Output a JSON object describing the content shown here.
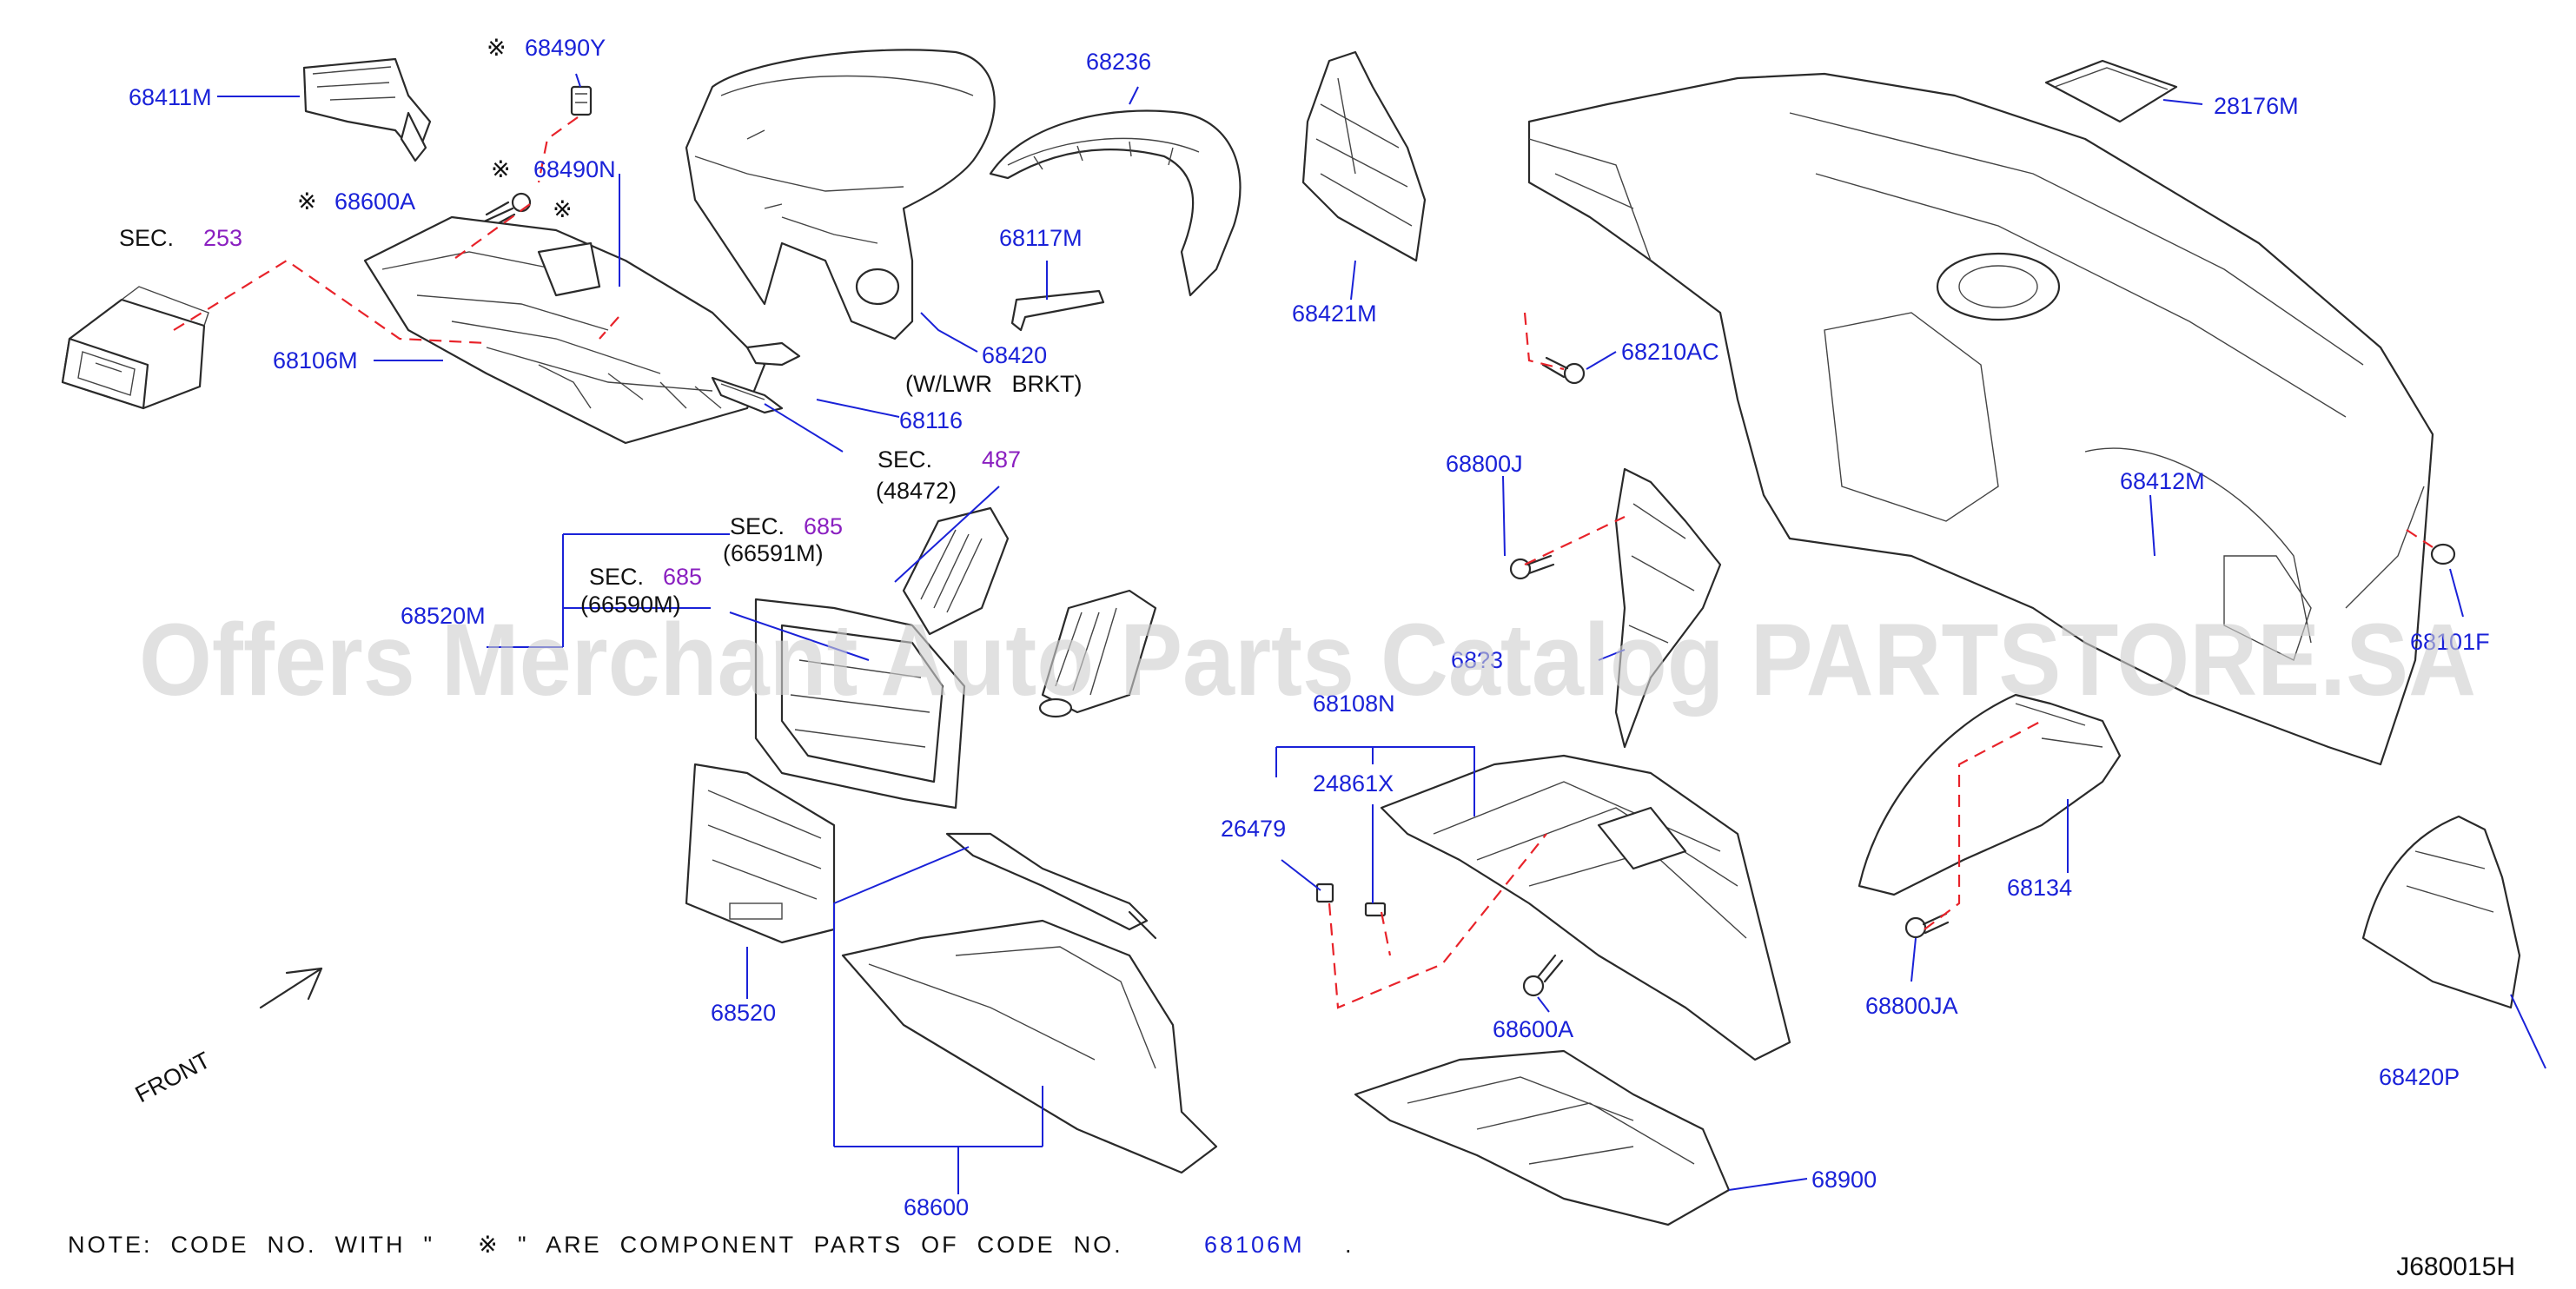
{
  "diagram": {
    "part_numbers": [
      "68411M",
      "68490Y",
      "68490N",
      "68600A",
      "68106M",
      "68236",
      "68117M",
      "68420",
      "68116",
      "68421M",
      "68210AC",
      "28176M",
      "68800J",
      "68412M",
      "68101F",
      "68520M",
      "68108N",
      "24861X",
      "26479",
      "68520",
      "68600",
      "68600A",
      "68900",
      "68134",
      "68800JA",
      "68420P",
      "68?3"
    ],
    "section_refs": [
      {
        "sec": "SEC.",
        "num": "253",
        "sub": ""
      },
      {
        "sec": "SEC.",
        "num": "487",
        "sub": "(48472)"
      },
      {
        "sec": "SEC.",
        "num": "685",
        "sub": "(66591M)"
      },
      {
        "sec": "SEC.",
        "num": "685",
        "sub": "(66590M)"
      }
    ],
    "component_mark": "※",
    "variant_note": "(W/LWR   BRKT)",
    "front_label": "FRONT",
    "footer_note": {
      "prefix": "NOTE:  CODE  NO.  WITH  \"",
      "middle": "\"  ARE  COMPONENT  PARTS  OF  CODE  NO.",
      "code": "68106M",
      "end": "."
    },
    "diagram_id": "J680015H",
    "watermark": "Offers Merchant Auto Parts Catalog PARTSTORE.SA"
  },
  "colors": {
    "part_number": "#1a22d8",
    "section_number": "#8a1fc0",
    "dashed_connector": "#e8232a",
    "line_art": "#2a2a2a",
    "watermark": "#cfcfcf"
  }
}
